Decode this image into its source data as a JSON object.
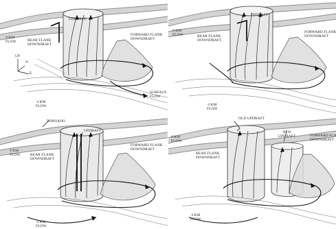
{
  "panels": [
    {
      "id": "a",
      "labels": {
        "updraft": "UPDRAFT",
        "rear_flank_downdraft": "REAR FLANK\nDOWNDRAFT",
        "forward_flank_downdraft": "FORWARD FLANK\nDOWNDRAFT",
        "flow_9km": "9 KM\nFLOW",
        "flow_4km": "4 KM\nFLOW",
        "surface_flow": "SURFACE\nFLOW",
        "axis_up": "UP",
        "axis_n": "N",
        "axis_e": "E"
      }
    },
    {
      "id": "b",
      "labels": {
        "updraft": "UPDRAFT",
        "rear_flank_downdraft": "REAR FLANK\nDOWNDRAFT",
        "forward_flank_downdraft": "FORWARD FLANK\nDOWNDRAFT",
        "flow_9km": "9 KM\nFLOW",
        "flow_4km": "4 KM\nFLOW"
      }
    },
    {
      "id": "c",
      "labels": {
        "tornado": "TORNADO",
        "updraft": "UPDRAFT",
        "rear_flank_downdraft": "REAR FLANK\nDOWNDRAFT",
        "forward_flank_downdraft": "FORWARD FLANK\nDOWNDRAFT",
        "flow_9km": "9 KM\nFLOW",
        "flow_4km": "4 KM\nFLOW"
      }
    },
    {
      "id": "d",
      "labels": {
        "old_updraft": "OLD UPDRAFT",
        "new_updraft": "NEW\nUPDRAFT",
        "rear_flank_downdraft": "REAR FLANK\nDOWNDRAFT",
        "forward_flank_downdraft": "FORWARD FLANK\nDOWNDRAFT",
        "flow_9km": "9 KM\nFLOW",
        "flow_4km": "4 KM\nFLOW"
      }
    }
  ]
}
